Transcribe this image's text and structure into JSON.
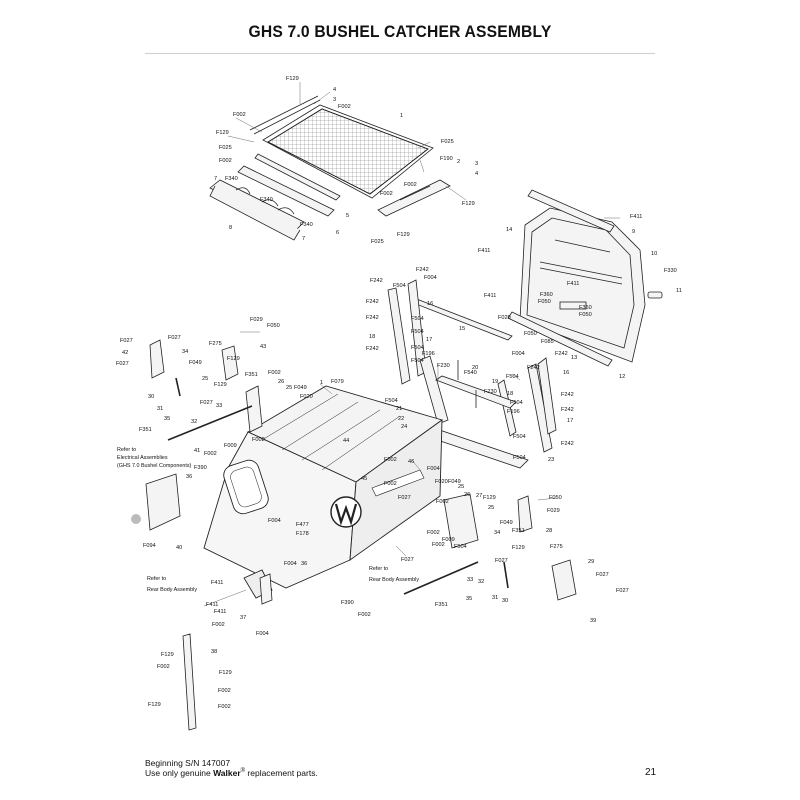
{
  "title": "GHS 7.0 BUSHEL CATCHER ASSEMBLY",
  "footer": {
    "serial": "Beginning S/N 147007",
    "use_prefix": "Use only genuine",
    "brand": "Walker",
    "registered": "®",
    "use_suffix": " replacement parts.",
    "page_number": "21"
  },
  "notes": {
    "electrical": [
      "Refer to",
      "Electrical Assemblies",
      "(GHS 7.0 Bushel Components)"
    ],
    "rear_body_left": [
      "Refer to",
      "Rear Body Assembly"
    ],
    "rear_body_right": [
      "Refer to",
      "Rear Body Assembly"
    ]
  },
  "colors": {
    "line": "#222222",
    "mesh": "#777777",
    "body_fill": "#f4f4f4",
    "rule": "#cfcfcf",
    "dot": "#bbbbbb"
  },
  "callouts": [
    "F129",
    "4",
    "3",
    "F002",
    "1",
    "F002",
    "F129",
    "F025",
    "F002",
    "F025",
    "F190",
    "2",
    "3",
    "4",
    "F002",
    "F129",
    "7",
    "F340",
    "F340",
    "5",
    "F340",
    "6",
    "7",
    "8",
    "F002",
    "F025",
    "F129",
    "F411",
    "9",
    "14",
    "F411",
    "10",
    "F330",
    "11",
    "F411",
    "F360",
    "F050",
    "F360",
    "F050",
    "F411",
    "F029",
    "15",
    "F050",
    "F085",
    "F004",
    "F242",
    "13",
    "12",
    "F242",
    "F242",
    "F004",
    "F504",
    "F242",
    "16",
    "F504",
    "F242",
    "F504",
    "18",
    "17",
    "F242",
    "F504",
    "F196",
    "F230",
    "F504",
    "F504",
    "20",
    "F540",
    "19",
    "F230",
    "F504",
    "F242",
    "16",
    "18",
    "F242",
    "F504",
    "F196",
    "F242",
    "17",
    "F504",
    "F242",
    "23",
    "F504",
    "21",
    "22",
    "24",
    "F029",
    "F050",
    "F027",
    "F027",
    "42",
    "F275",
    "34",
    "F049",
    "F129",
    "43",
    "F027",
    "25",
    "F351",
    "F002",
    "F129",
    "26",
    "25",
    "F049",
    "F020",
    "F079",
    "1",
    "30",
    "31",
    "33",
    "F027",
    "35",
    "32",
    "F351",
    "41",
    "F009",
    "F002",
    "F002",
    "44",
    "F390",
    "36",
    "F094",
    "40",
    "F004",
    "F477",
    "F178",
    "45",
    "F002",
    "46",
    "F002",
    "F027",
    "F004",
    "F020",
    "F049",
    "25",
    "26",
    "F002",
    "27",
    "F129",
    "25",
    "F050",
    "F029",
    "F049",
    "F002",
    "34",
    "F351",
    "28",
    "F009",
    "F002",
    "F504",
    "F275",
    "F129",
    "F027",
    "29",
    "32",
    "33",
    "F027",
    "31",
    "30",
    "F027",
    "F351",
    "35",
    "F027",
    "39",
    "F411",
    "F411",
    "F411",
    "37",
    "F004",
    "F004",
    "36",
    "F390",
    "F002",
    "F002",
    "38",
    "F129",
    "F129",
    "F002",
    "F002",
    "F129",
    "F002"
  ]
}
